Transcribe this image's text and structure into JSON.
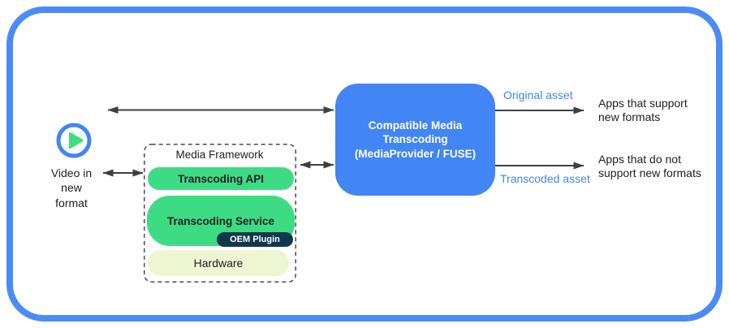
{
  "colors": {
    "frame_blue": "#4b8bf5",
    "accent_blue": "#4285F4",
    "android_green": "#3ddc84",
    "dark_navy": "#10384d",
    "pale_green": "#edf5d3",
    "arrow_gray": "#3c4043",
    "label_blue": "#4285F4",
    "text_black": "#202124"
  },
  "icons": {
    "play": "play-icon"
  },
  "source": {
    "label": "Video in new format"
  },
  "media_framework": {
    "title": "Media Framework",
    "layers": [
      {
        "label": "Transcoding API"
      },
      {
        "label": "Transcoding Service",
        "plugin_label": "OEM Plugin"
      },
      {
        "label": "Hardware"
      }
    ]
  },
  "transcoder": {
    "line1": "Compatible Media",
    "line2": "Transcoding",
    "line3": "(MediaProvider / FUSE)"
  },
  "outputs": {
    "original": {
      "flow_label": "Original asset",
      "destination": "Apps that support new formats"
    },
    "transcoded": {
      "flow_label": "Transcoded asset",
      "destination": "Apps that do not support new formats"
    }
  }
}
